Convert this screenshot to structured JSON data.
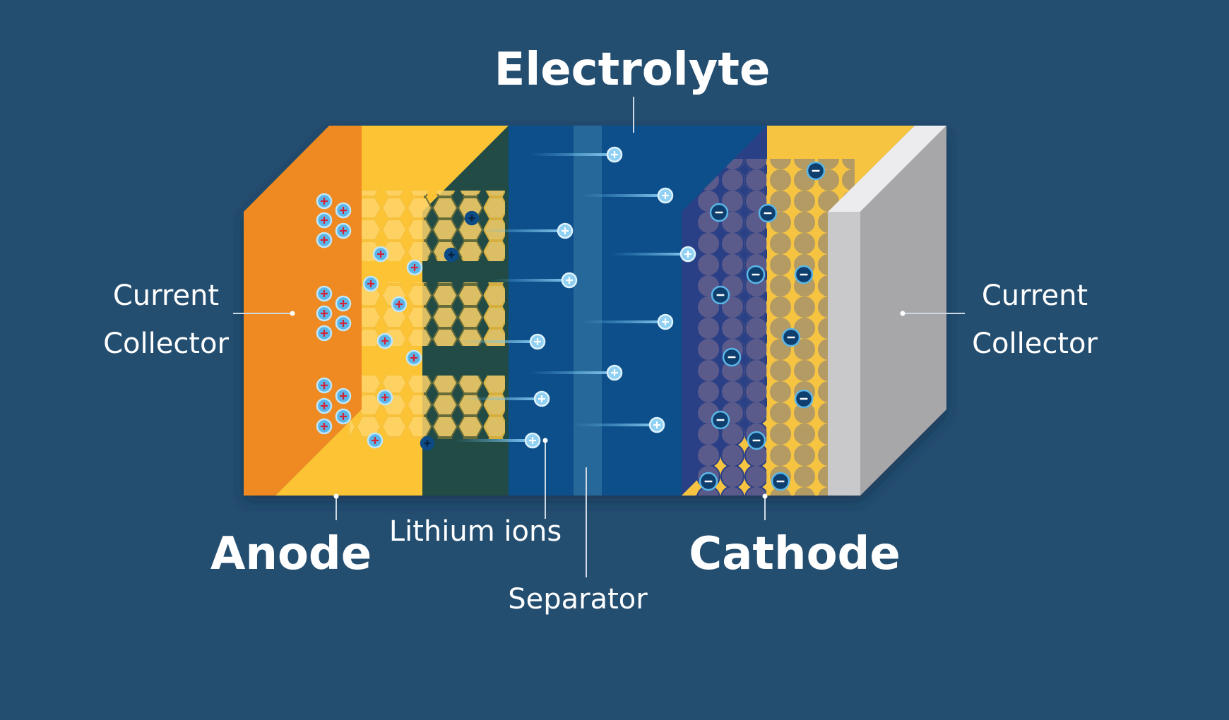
{
  "labels": {
    "electrolyte": "Electrolyte",
    "current_collector_left_line1": "Current",
    "current_collector_left_line2": "Collector",
    "current_collector_right_line1": "Current",
    "current_collector_right_line2": "Collector",
    "anode": "Anode",
    "lithium_ions": "Lithium ions",
    "separator": "Separator",
    "cathode": "Cathode"
  },
  "colors": {
    "background": "#244e70",
    "anode_collector": "#ef8a22",
    "anode_material": "#fcc434",
    "electrolyte": "#0a4f8a",
    "separator": "#2f6f9e",
    "cathode_dark": "#2a3f86",
    "cathode_material": "#f7c443",
    "cathode_collector_front": "#c9c9cb",
    "cathode_collector_side": "#a7a7aa",
    "ion": "#5ab6e8"
  },
  "icons": {
    "positive_ion": "plus-circle-icon",
    "negative_ion": "minus-circle-icon"
  }
}
